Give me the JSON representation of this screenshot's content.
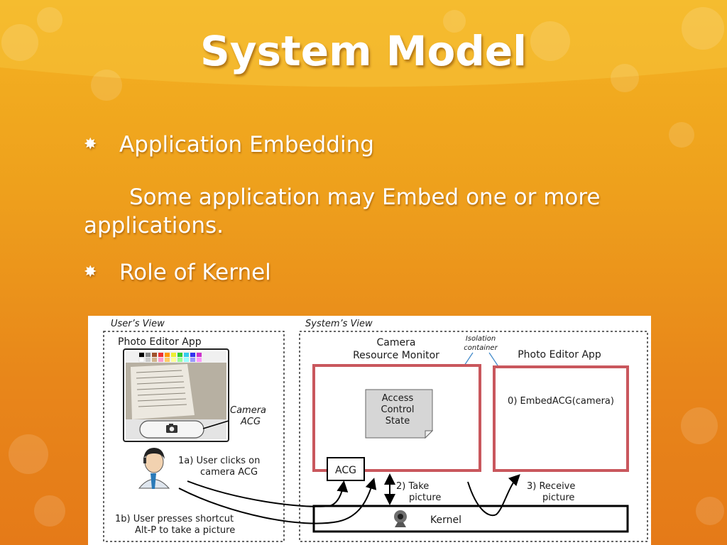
{
  "slide": {
    "title": "System Model",
    "bullets": [
      {
        "glyph": "✸",
        "text": "Application Embedding"
      },
      {
        "glyph": "✸",
        "text": "Role of Kernel"
      }
    ],
    "paragraph": "Some application may Embed one or more applications."
  },
  "diagram": {
    "users_view_label": "User’s View",
    "systems_view_label": "System’s View",
    "left_app_title": "Photo Editor App",
    "camera_acg_line1": "Camera",
    "camera_acg_line2": "ACG",
    "step_1a_line1": "1a) User clicks on",
    "step_1a_line2": "camera ACG",
    "step_1b_line1": "1b) User presses shortcut",
    "step_1b_line2": "Alt-P to take a picture",
    "monitor_title_line1": "Camera",
    "monitor_title_line2": "Resource Monitor",
    "isolation_line1": "Isolation",
    "isolation_line2": "container",
    "right_app_title": "Photo Editor App",
    "access_state_line1": "Access",
    "access_state_line2": "Control",
    "access_state_line3": "State",
    "embed_call": "0) EmbedACG(camera)",
    "acg_label": "ACG",
    "step_2_line1": "2) Take",
    "step_2_line2": "picture",
    "step_3_line1": "3) Receive",
    "step_3_line2": "picture",
    "kernel_label": "Kernel"
  },
  "colors": {
    "accent_red": "#c9575d",
    "bg_top": "#f4b322",
    "bg_bottom": "#e57a18"
  }
}
